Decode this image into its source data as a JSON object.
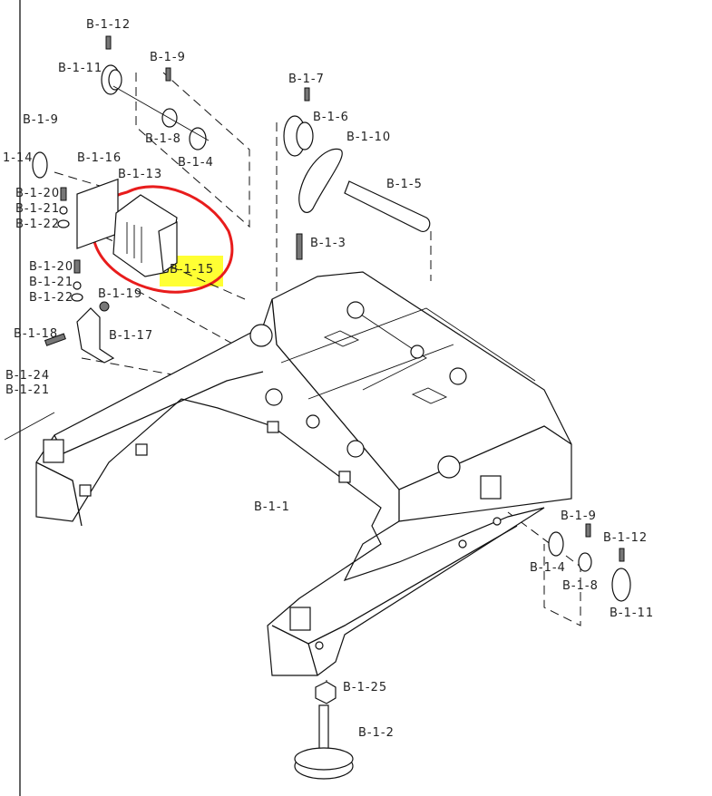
{
  "diagram": {
    "labels": {
      "l1": "B-1-12",
      "l2": "B-1-11",
      "l3": "B-1-9",
      "l4": "B-1-8",
      "l5": "B-1-4",
      "l6": "B-1-7",
      "l7": "B-1-6",
      "l8": "B-1-10",
      "l9": "B-1-5",
      "l10": "B-1-9",
      "l11": "1-14",
      "l12": "B-1-16",
      "l13": "B-1-13",
      "l14": "B-1-20",
      "l15": "B-1-21",
      "l16": "B-1-22",
      "l17": "B-1-15",
      "l18": "B-1-3",
      "l19": "B-1-20",
      "l20": "B-1-21",
      "l21": "B-1-22",
      "l22": "B-1-19",
      "l23": "B-1-18",
      "l24": "B-1-17",
      "l25": "B-1-24",
      "l26": "B-1-21",
      "l27": "B-1-1",
      "l28": "B-1-9",
      "l29": "B-1-12",
      "l30": "B-1-4",
      "l31": "B-1-8",
      "l32": "B-1-11",
      "l33": "B-1-25",
      "l34": "B-1-2"
    },
    "highlight_color": "#ffff33",
    "annotation_color": "#e81c1c"
  }
}
